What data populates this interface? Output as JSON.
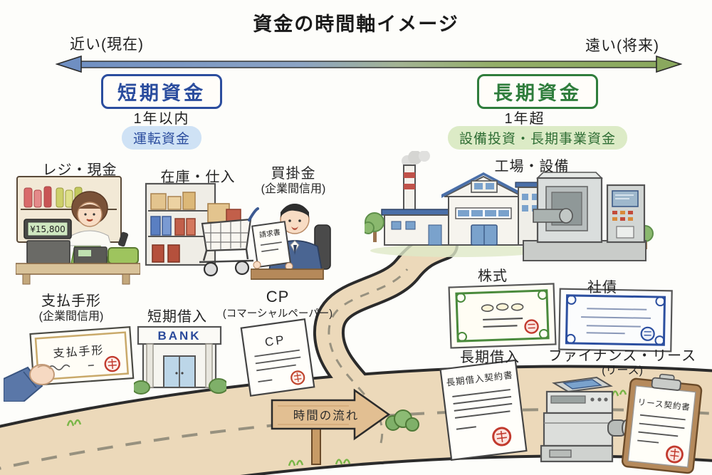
{
  "title": "資金の時間軸イメージ",
  "axis": {
    "near_label": "近い(現在)",
    "far_label": "遠い(将来)"
  },
  "short_term": {
    "box_label": "短期資金",
    "duration": "1年以内",
    "category": "運転資金"
  },
  "long_term": {
    "box_label": "長期資金",
    "duration": "1年超",
    "category": "設備投資・長期事業資金"
  },
  "scenes": {
    "register": {
      "label": "レジ・現金",
      "display_amount": "¥15,800"
    },
    "inventory": {
      "label": "在庫・仕入"
    },
    "accounts_payable": {
      "label": "買掛金",
      "sublabel": "(企業間信用)",
      "document_title": "請求書"
    },
    "factory": {
      "label": "工場・設備"
    },
    "bill_payable": {
      "label": "支払手形",
      "sublabel": "(企業間信用)",
      "note_title": "支払手形"
    },
    "short_loan": {
      "label": "短期借入",
      "bank_sign": "BANK"
    },
    "cp": {
      "label": "CP",
      "sublabel": "(コマーシャルペーパー)",
      "document_title": "CP"
    },
    "stock": {
      "label": "株式"
    },
    "bond": {
      "label": "社債"
    },
    "long_loan": {
      "label": "長期借入",
      "document_title": "長期借入契約書"
    },
    "lease": {
      "label": "ファイナンス・リース",
      "sublabel": "(リース)",
      "document_title": "リース契約書"
    }
  },
  "sign": {
    "label": "時間の流れ"
  },
  "colors": {
    "short_term_blue": "#2b4d9e",
    "short_term_pill_bg": "#cfe2f5",
    "long_term_green": "#2f7d3c",
    "long_term_pill_bg": "#dcebc6",
    "arrow_blue": "#6f8fc2",
    "arrow_green": "#8aa85e",
    "road_tan": "#ecd9ba",
    "seal_red": "#c23a2e",
    "ink": "#2b2b2b"
  }
}
